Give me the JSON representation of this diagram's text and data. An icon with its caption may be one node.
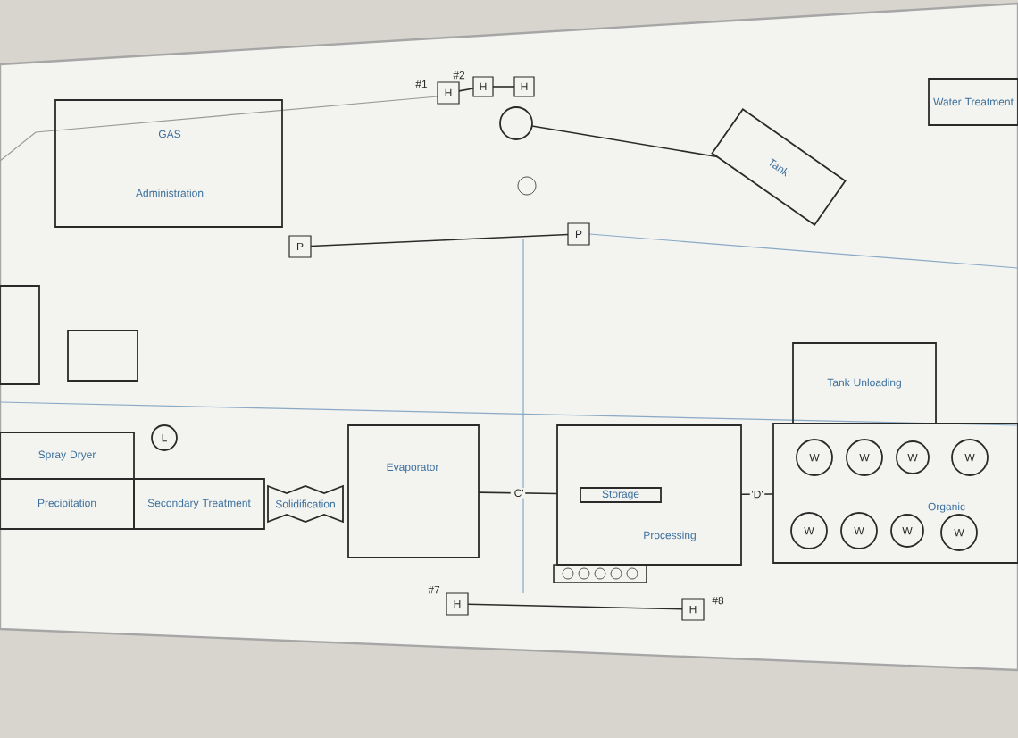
{
  "diagram": {
    "nodes": [
      {
        "text": [
          "GAS",
          "Administration"
        ]
      },
      {
        "text": [
          "H"
        ],
        "beside": [
          "#1"
        ]
      },
      {
        "text": [
          "H"
        ],
        "beside": [
          "#2"
        ]
      },
      {
        "text": [
          "H"
        ]
      },
      {
        "text": [],
        "shape": "circle"
      },
      {
        "text": [
          "Tank"
        ]
      },
      {
        "text": [
          "Water Treatment"
        ]
      },
      {
        "text": [
          "P"
        ]
      },
      {
        "text": [
          "P"
        ]
      },
      {
        "text": [],
        "shape": "box"
      },
      {
        "text": [],
        "shape": "box"
      },
      {
        "text": [
          "Spray Dryer"
        ]
      },
      {
        "text": [
          "Precipitation"
        ]
      },
      {
        "text": [
          "L"
        ]
      },
      {
        "text": [
          "Secondary Treatment"
        ]
      },
      {
        "text": [
          "Solidification"
        ]
      },
      {
        "text": [
          "Evaporator"
        ]
      },
      {
        "text": [
          "Processing"
        ]
      },
      {
        "text": [
          "Storage"
        ],
        "in": 17
      },
      {
        "text": [
          "Tank Unloading"
        ]
      },
      {
        "text": [
          "Organic"
        ]
      },
      {
        "text": [
          "W"
        ],
        "in": 20
      },
      {
        "text": [
          "W"
        ],
        "in": 20
      },
      {
        "text": [
          "W"
        ],
        "in": 20
      },
      {
        "text": [
          "W"
        ],
        "in": 20
      },
      {
        "text": [
          "W"
        ],
        "in": 20
      },
      {
        "text": [
          "W"
        ],
        "in": 20
      },
      {
        "text": [
          "W"
        ],
        "in": 20
      },
      {
        "text": [
          "W"
        ],
        "in": 20
      },
      {
        "text": [
          "H"
        ],
        "beside": [
          "#7"
        ]
      },
      {
        "text": [
          "H"
        ],
        "beside": [
          "#8"
        ]
      }
    ],
    "edges": [
      {
        "from": 1,
        "to": 2,
        "arrow": "none"
      },
      {
        "from": 2,
        "to": 3,
        "arrow": "none"
      },
      {
        "from": 4,
        "to": 5,
        "arrow": "none"
      },
      {
        "from": 7,
        "to": 8,
        "arrow": "none"
      },
      {
        "from": 16,
        "to": 17,
        "arrow": "none",
        "label": "'C'"
      },
      {
        "from": 17,
        "to": 20,
        "arrow": "none",
        "label": "'D'"
      },
      {
        "from": 29,
        "to": 30,
        "arrow": "none"
      }
    ]
  }
}
